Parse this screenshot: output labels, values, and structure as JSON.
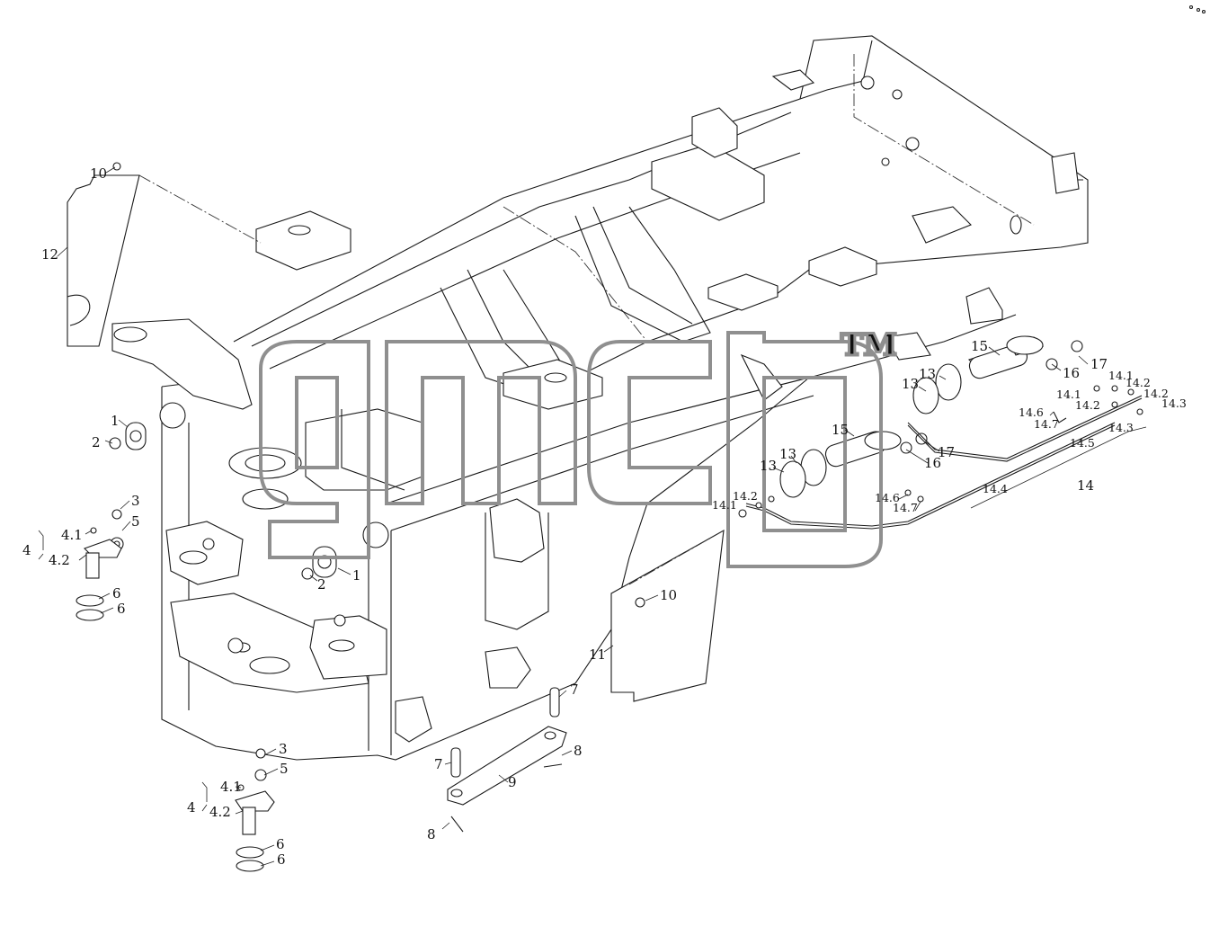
{
  "watermark": {
    "text": "gmcb",
    "mark": "TM",
    "stroke_color": "#8f8f8f"
  },
  "callouts": {
    "c1a": "1",
    "c1b": "1",
    "c2a": "2",
    "c2b": "2",
    "c3a": "3",
    "c3b": "3",
    "c4a": "4",
    "c4b": "4",
    "c41a": "4.1",
    "c41b": "4.1",
    "c42a": "4.2",
    "c42b": "4.2",
    "c5a": "5",
    "c5b": "5",
    "c6a": "6",
    "c6b": "6",
    "c6c": "6",
    "c6d": "6",
    "c7a": "7",
    "c7b": "7",
    "c8a": "8",
    "c8b": "8",
    "c9": "9",
    "c10a": "10",
    "c10b": "10",
    "c11": "11",
    "c12": "12",
    "c13a": "13",
    "c13b": "13",
    "c13c": "13",
    "c13d": "13",
    "c14": "14",
    "c141a": "14.1",
    "c141b": "14.1",
    "c141c": "14.1",
    "c142a": "14.2",
    "c142b": "14.2",
    "c142c": "14.2",
    "c142d": "14.2",
    "c143a": "14.3",
    "c143b": "14.3",
    "c144": "14.4",
    "c145": "14.5",
    "c146a": "14.6",
    "c146b": "14.6",
    "c147a": "14.7",
    "c147b": "14.7",
    "c15a": "15",
    "c15b": "15",
    "c16a": "16",
    "c16b": "16",
    "c17a": "17",
    "c17b": "17"
  }
}
